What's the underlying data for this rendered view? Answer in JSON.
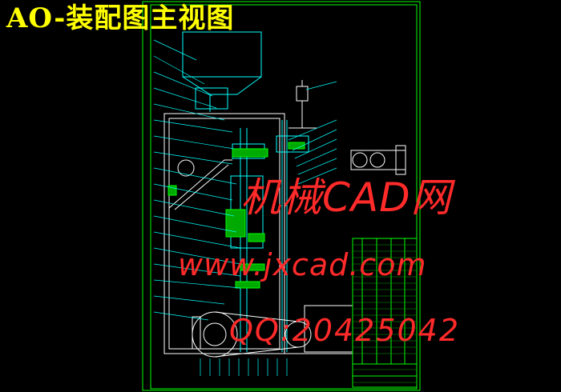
{
  "drawing": {
    "title": "AO-装配图主视图",
    "colors": {
      "background": "#000000",
      "border": "#00ff00",
      "linework": "#00ffff",
      "accent": "#ffffff",
      "title": "#ffff00",
      "watermark": "#ff2a2a"
    }
  },
  "watermark": {
    "name": "机械CAD网",
    "site": "www.jxcad.com",
    "qq": "QQ:20425042"
  }
}
